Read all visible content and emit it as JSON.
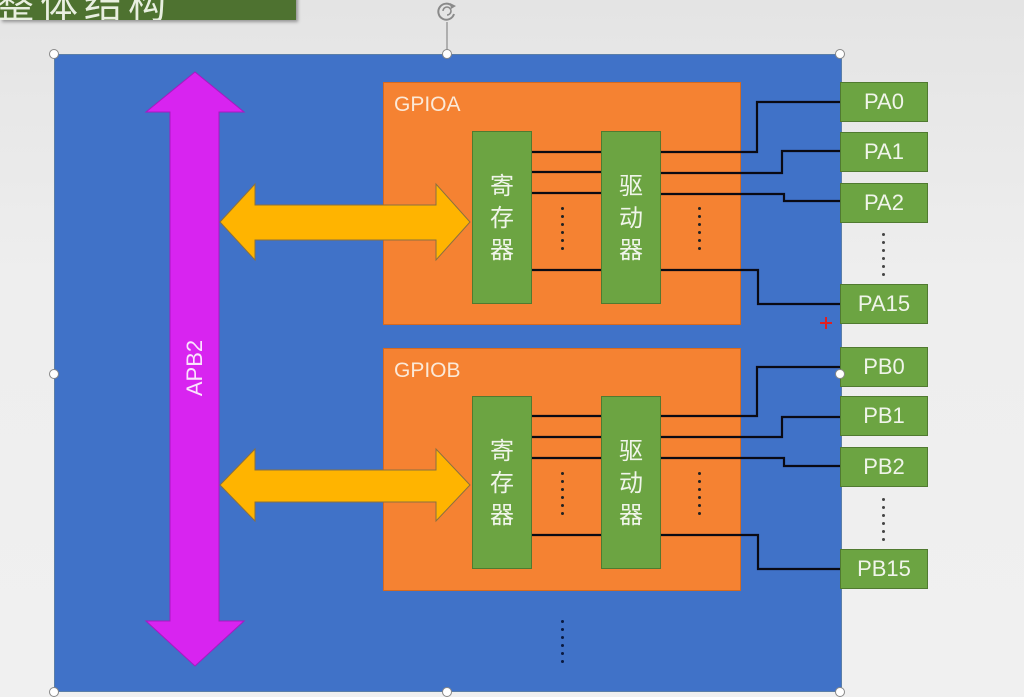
{
  "title_banner": {
    "text": "整体结构",
    "visible_partial": true
  },
  "bus": {
    "label": "APB2",
    "color": "#d824f0"
  },
  "ports": [
    {
      "name": "GPIOA",
      "register_label": [
        "寄",
        "存",
        "器"
      ],
      "driver_label": [
        "驱",
        "动",
        "器"
      ],
      "pins": [
        "PA0",
        "PA1",
        "PA2",
        "PA15"
      ],
      "ellipsis": "⋮"
    },
    {
      "name": "GPIOB",
      "register_label": [
        "寄",
        "存",
        "器"
      ],
      "driver_label": [
        "驱",
        "动",
        "器"
      ],
      "pins": [
        "PB0",
        "PB1",
        "PB2",
        "PB15"
      ],
      "ellipsis": "⋮"
    }
  ],
  "colors": {
    "canvas": "#4072c8",
    "gpio_block": "#f58232",
    "inner_block": "#6ca442",
    "arrow": "#ffb400",
    "bus": "#d824f0",
    "wire": "#0a0a14"
  },
  "icons": {
    "rotate_handle": "rotate-icon",
    "cursor_cross": "cross-cursor-icon"
  }
}
